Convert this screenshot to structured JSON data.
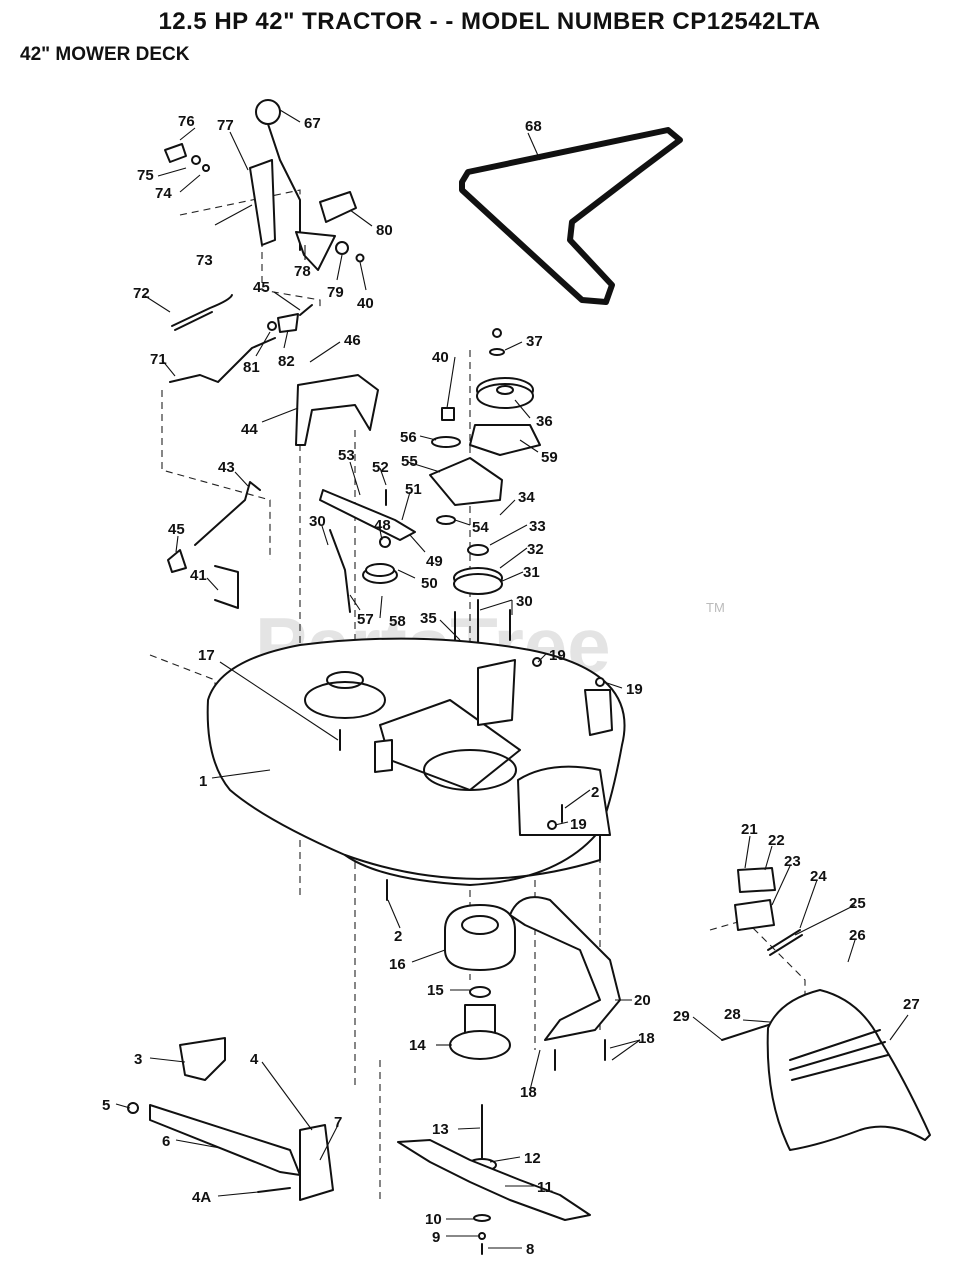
{
  "header": {
    "title": "12.5 HP 42\" TRACTOR - - MODEL NUMBER CP12542LTA",
    "subtitle": "42\" MOWER DECK"
  },
  "watermark": {
    "text": "PartsTree",
    "tm": "TM"
  },
  "callouts": {
    "c76": "76",
    "c77": "77",
    "c67": "67",
    "c68": "68",
    "c75": "75",
    "c74": "74",
    "c80": "80",
    "c73": "73",
    "c78": "78",
    "c79": "79",
    "c40a": "40",
    "c72": "72",
    "c45a": "45",
    "c46": "46",
    "c81": "81",
    "c82": "82",
    "c71": "71",
    "c44": "44",
    "c40b": "40",
    "c37": "37",
    "c36": "36",
    "c56": "56",
    "c59": "59",
    "c53": "53",
    "c52": "52",
    "c55": "55",
    "c51": "51",
    "c34": "34",
    "c43": "43",
    "c30a": "30",
    "c48": "48",
    "c54": "54",
    "c33": "33",
    "c45b": "45",
    "c49": "49",
    "c32": "32",
    "c50": "50",
    "c41": "41",
    "c31": "31",
    "c30b": "30",
    "c57": "57",
    "c58": "58",
    "c35": "35",
    "c17": "17",
    "c19a": "19",
    "c19b": "19",
    "c1": "1",
    "c2a": "2",
    "c19c": "19",
    "c21": "21",
    "c22": "22",
    "c23": "23",
    "c24": "24",
    "c25": "25",
    "c2b": "2",
    "c26": "26",
    "c16": "16",
    "c15": "15",
    "c20": "20",
    "c28": "28",
    "c27": "27",
    "c29": "29",
    "c14": "14",
    "c18a": "18",
    "c18b": "18",
    "c3": "3",
    "c4": "4",
    "c5": "5",
    "c7": "7",
    "c6": "6",
    "c13": "13",
    "c12": "12",
    "c11": "11",
    "c4a": "4A",
    "c10": "10",
    "c9": "9",
    "c8": "8"
  }
}
